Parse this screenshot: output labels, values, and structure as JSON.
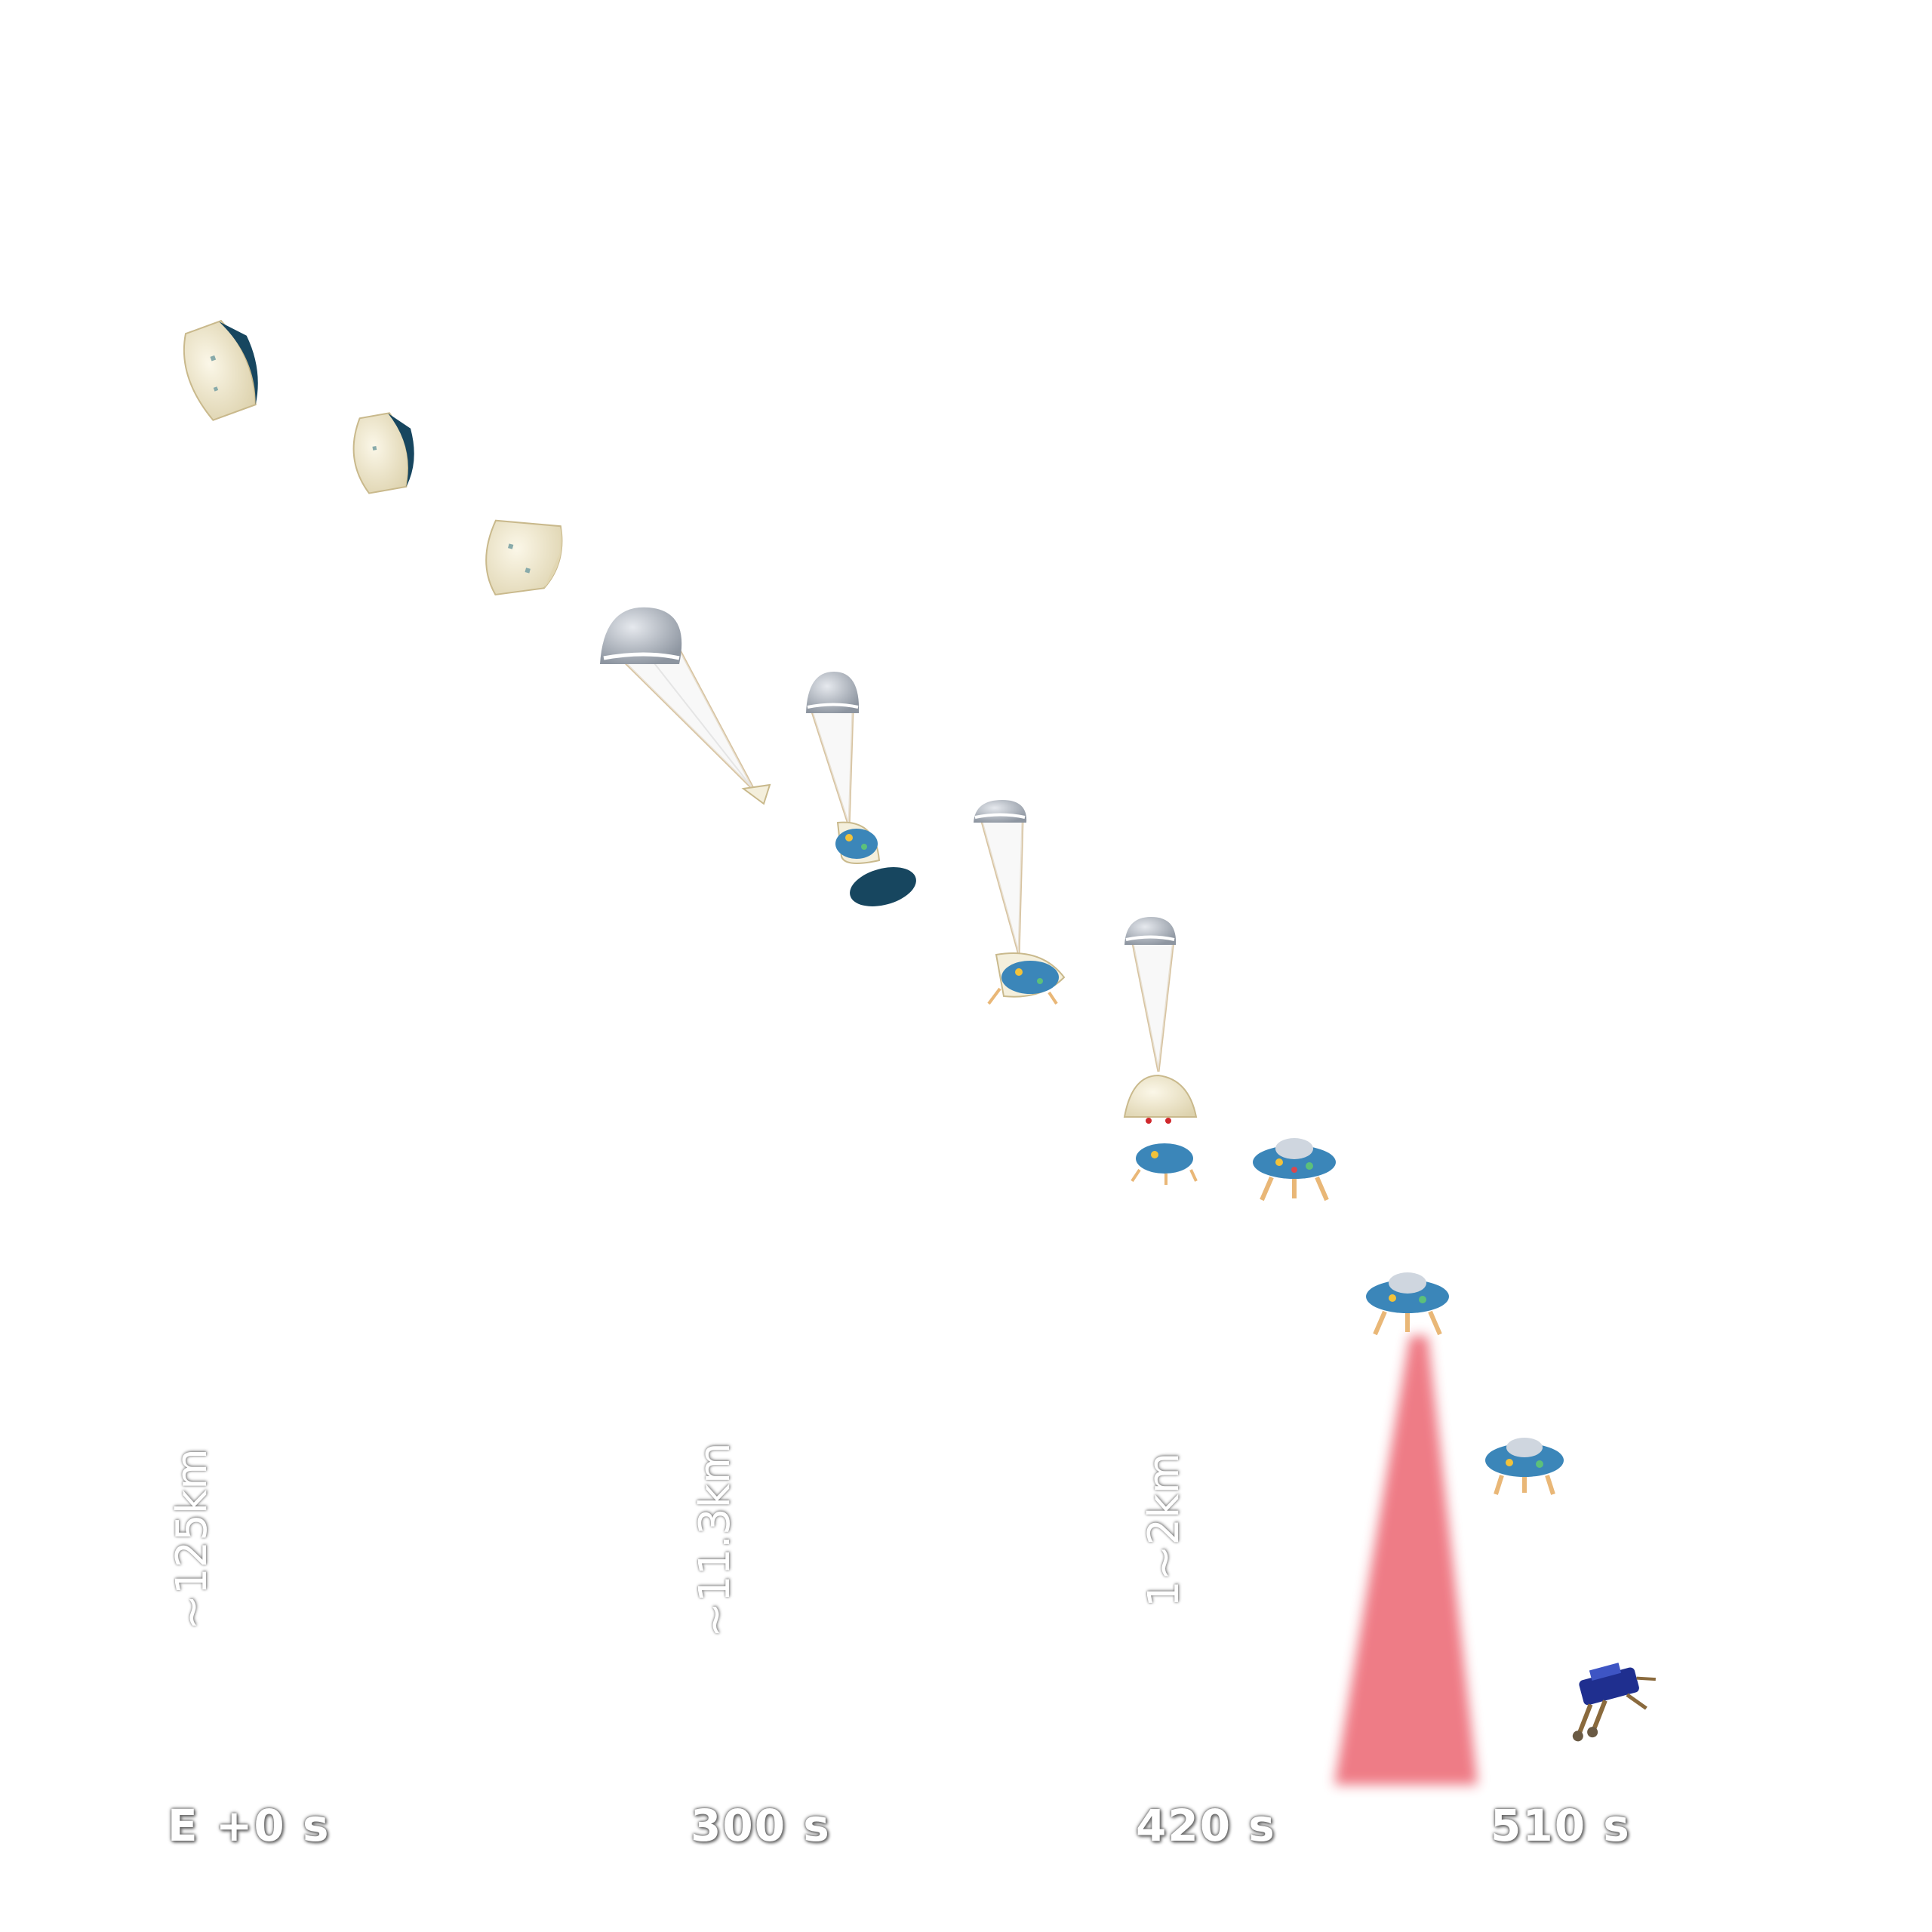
{
  "timeline": {
    "times": [
      "E +0 s",
      "300 s",
      "420 s",
      "510 s"
    ],
    "altitudes": [
      "~125km",
      "~11.3km",
      "1~2km"
    ]
  },
  "phases": [
    {
      "name": "entry-capsule-1",
      "icon": "aeroshell-icon"
    },
    {
      "name": "entry-capsule-2",
      "icon": "aeroshell-icon"
    },
    {
      "name": "entry-capsule-3",
      "icon": "aeroshell-icon"
    },
    {
      "name": "parachute-deploy",
      "icon": "parachute-icon"
    },
    {
      "name": "heatshield-separation",
      "icon": "parachute-lander-icon"
    },
    {
      "name": "parachute-descent",
      "icon": "parachute-lander-icon"
    },
    {
      "name": "backshell-separation",
      "icon": "parachute-backshell-icon"
    },
    {
      "name": "powered-descent",
      "icon": "lander-icon"
    },
    {
      "name": "hover-radar",
      "icon": "lander-icon"
    },
    {
      "name": "final-descent",
      "icon": "lander-icon"
    },
    {
      "name": "rover-deploy",
      "icon": "rover-icon"
    }
  ],
  "colors": {
    "capsule_body": "#f4efdc",
    "heat_shield": "#17465f",
    "parachute": "#a9b0ba",
    "lander_body": "#3b86b9",
    "thruster_legs": "#e9b777",
    "radar_beam": "#ee7480",
    "rover": "#1f2f8f"
  }
}
